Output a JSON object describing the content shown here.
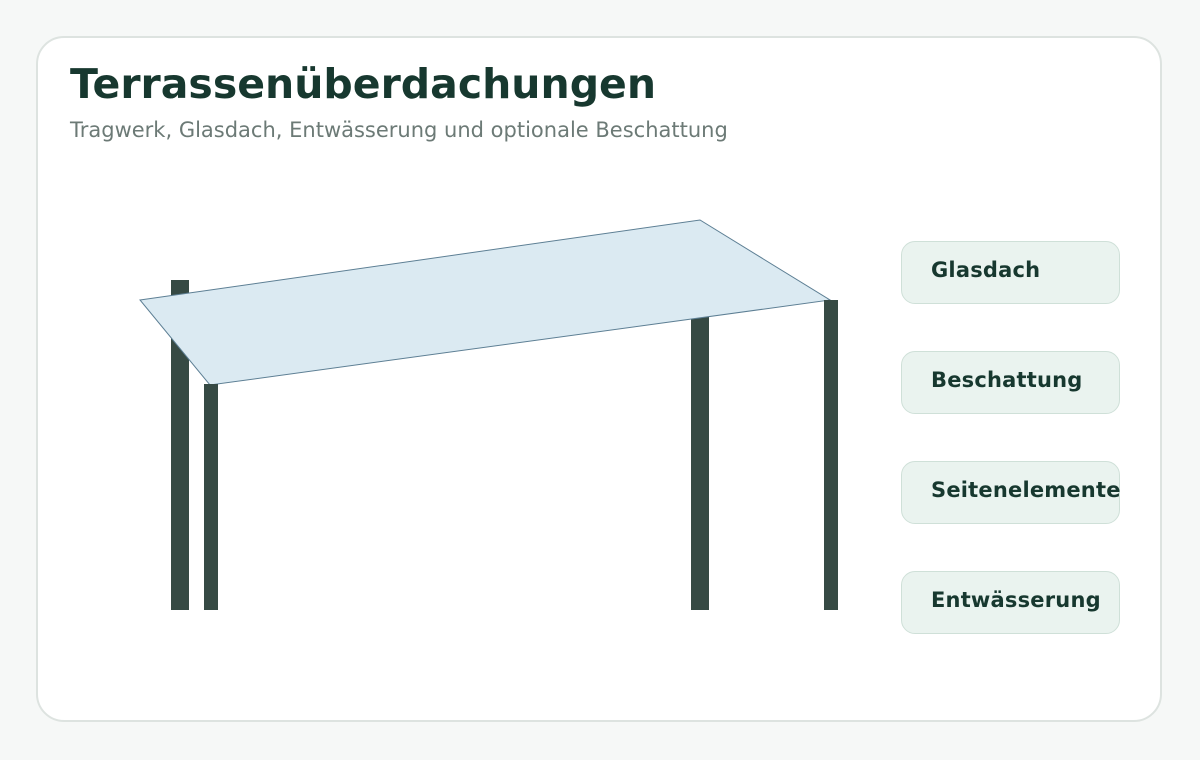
{
  "header": {
    "title": "Terrassenüberdachungen",
    "subtitle": "Tragwerk, Glasdach, Entwässerung und optionale Beschattung"
  },
  "features": [
    {
      "label": "Glasdach"
    },
    {
      "label": "Beschattung"
    },
    {
      "label": "Seitenelemente"
    },
    {
      "label": "Entwässerung"
    }
  ],
  "colors": {
    "page_background": "#f6f8f7",
    "card_background": "#ffffff",
    "title": "#17382f",
    "subtitle": "#6c7a76",
    "post": "#364a44",
    "glass_roof": "#dbeaf2",
    "glass_roof_edge": "#5d7f94",
    "button_background": "#eaf3ef",
    "button_border": "#cfe0d8"
  }
}
